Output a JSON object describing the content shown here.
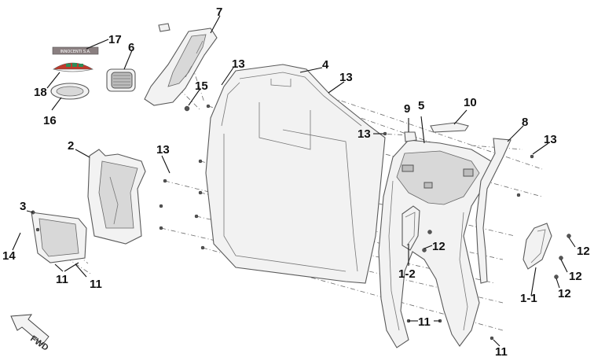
{
  "callouts": {
    "c1": "17",
    "c2": "6",
    "c3": "7",
    "c4": "18",
    "c5": "16",
    "c6": "15",
    "c7": "13",
    "c8": "4",
    "c9": "13",
    "c10": "9",
    "c11": "5",
    "c12": "10",
    "c13": "13",
    "c14": "8",
    "c15": "2",
    "c16": "13",
    "c17": "13",
    "c18": "3",
    "c19": "14",
    "c20": "11",
    "c21": "11",
    "c22": "12",
    "c23": "1-2",
    "c24": "12",
    "c25": "12",
    "c26": "1-1",
    "c27": "12",
    "c28": "11",
    "c29": "11"
  },
  "badge_text": "INNOCENTI S.A.",
  "direction_label": "FWD",
  "colors": {
    "badge_red": "#c0392b",
    "badge_green": "#2e8b57",
    "badge_gray": "#8a7f80"
  }
}
